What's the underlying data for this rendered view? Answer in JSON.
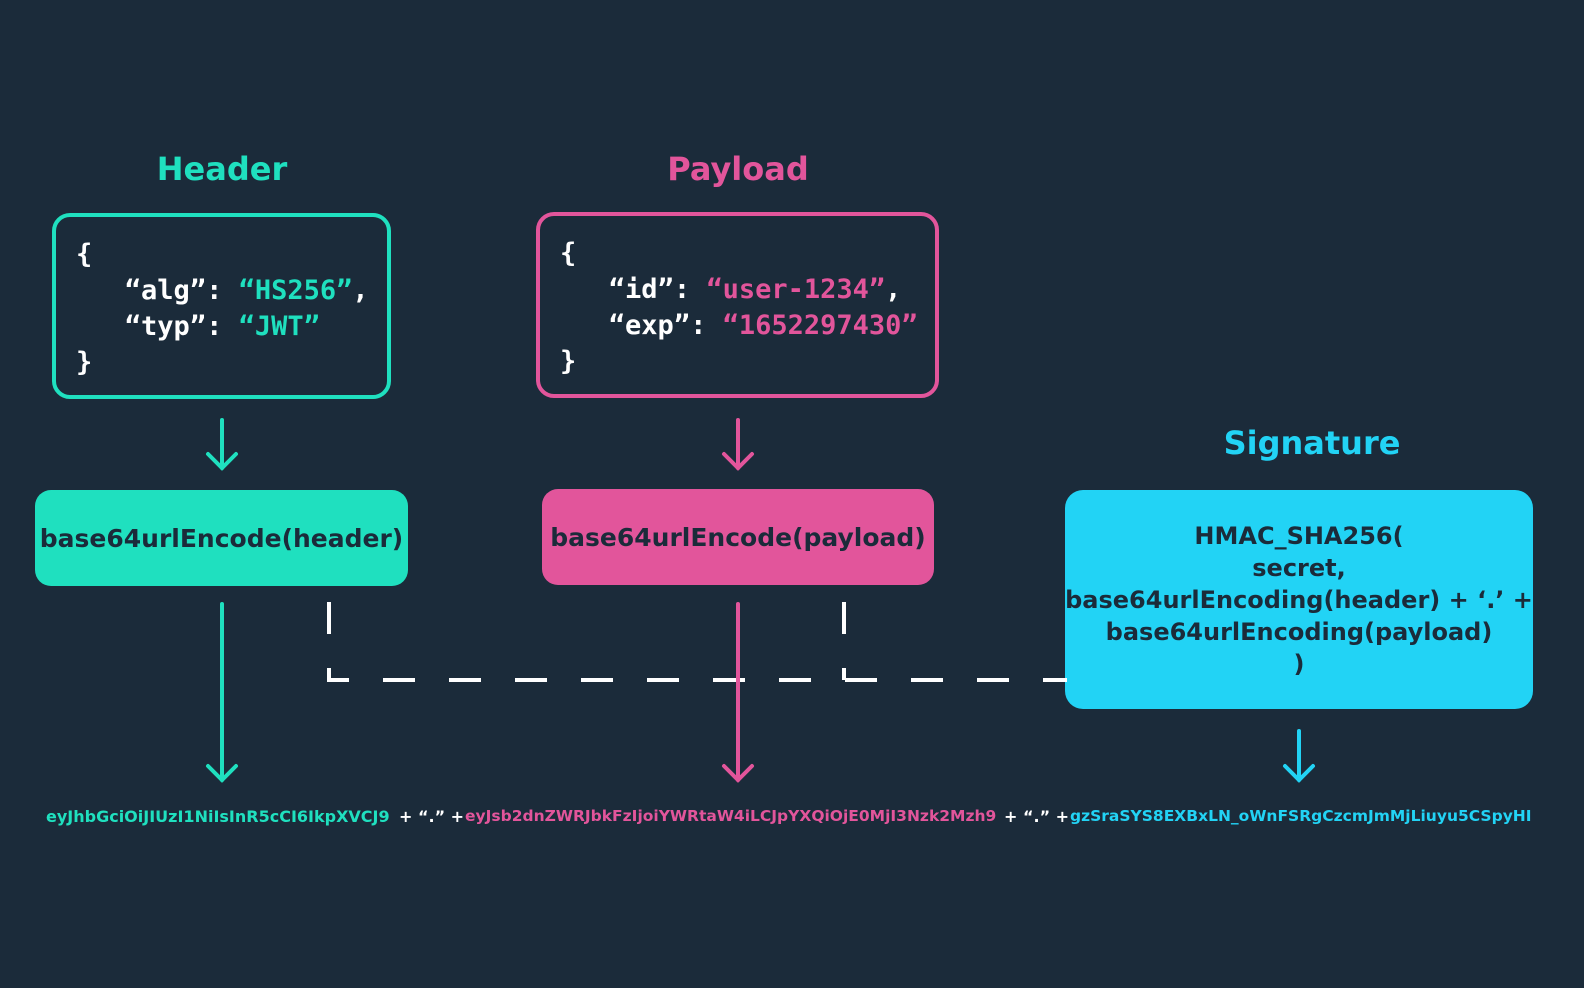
{
  "colors": {
    "background": "#1b2b3a",
    "header": "#1fe0bf",
    "payload": "#e2559b",
    "signature": "#22d3f5",
    "connector": "#ffffff"
  },
  "header": {
    "title": "Header",
    "json_lines": [
      "{",
      "“alg”: “HS256”,",
      "“typ”: “JWT”",
      "}"
    ],
    "json": {
      "k1": "“alg”",
      "v1": "“HS256”",
      "k2": "“typ”",
      "v2": "“JWT”"
    },
    "encode_label": "base64urlEncode(header)",
    "token_part": "eyJhbGciOiJIUzI1NiIsInR5cCI6IkpXVCJ9"
  },
  "payload": {
    "title": "Payload",
    "json": {
      "k1": "“id”",
      "v1": "“user-1234”",
      "k2": "“exp”",
      "v2": "“1652297430”"
    },
    "encode_label": "base64urlEncode(payload)",
    "token_part": "eyJsb2dnZWRJbkFzIjoiYWRtaW4iLCJpYXQiOjE0MjI3Nzk2Mzh9"
  },
  "signature": {
    "title": "Signature",
    "lines": [
      "HMAC_SHA256(",
      "secret,",
      "base64urlEncoding(header) + ‘.’ +",
      "base64urlEncoding(payload)",
      ")"
    ],
    "token_part": "gzSraSYS8EXBxLN_oWnFSRgCzcmJmMjLiuyu5CSpyHI"
  },
  "token": {
    "separator": "+ “.” +"
  }
}
